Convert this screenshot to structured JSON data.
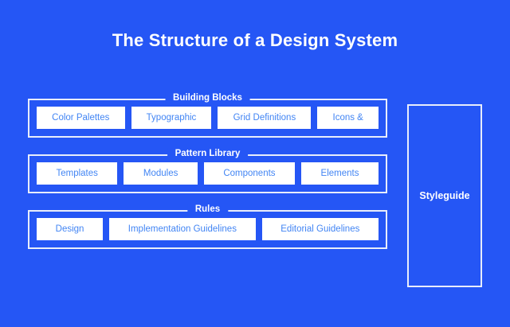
{
  "page": {
    "title": "The Structure of a Design System",
    "background_color": "#2556f5",
    "border_color": "#e8edfb",
    "chip_bg_color": "#ffffff",
    "chip_text_color": "#4285f4"
  },
  "groups": [
    {
      "legend": "Building Blocks",
      "items": [
        {
          "label": "Color Palettes"
        },
        {
          "label": "Typographic"
        },
        {
          "label": "Grid Definitions"
        },
        {
          "label": "Icons &"
        }
      ]
    },
    {
      "legend": "Pattern Library",
      "items": [
        {
          "label": "Templates"
        },
        {
          "label": "Modules"
        },
        {
          "label": "Components"
        },
        {
          "label": "Elements"
        }
      ]
    },
    {
      "legend": "Rules",
      "items": [
        {
          "label": "Design"
        },
        {
          "label": "Implementation Guidelines"
        },
        {
          "label": "Editorial Guidelines"
        }
      ]
    }
  ],
  "styleguide": {
    "label": "Styleguide"
  }
}
